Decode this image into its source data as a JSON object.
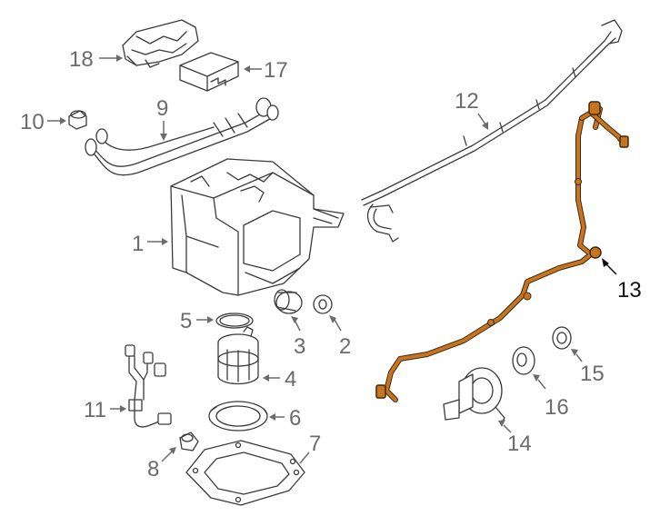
{
  "diagram": {
    "callouts": [
      {
        "id": "1",
        "label": "1"
      },
      {
        "id": "2",
        "label": "2"
      },
      {
        "id": "3",
        "label": "3"
      },
      {
        "id": "4",
        "label": "4"
      },
      {
        "id": "5",
        "label": "5"
      },
      {
        "id": "6",
        "label": "6"
      },
      {
        "id": "7",
        "label": "7"
      },
      {
        "id": "8",
        "label": "8"
      },
      {
        "id": "9",
        "label": "9"
      },
      {
        "id": "10",
        "label": "10"
      },
      {
        "id": "11",
        "label": "11"
      },
      {
        "id": "12",
        "label": "12"
      },
      {
        "id": "13",
        "label": "13",
        "highlighted": true
      },
      {
        "id": "14",
        "label": "14"
      },
      {
        "id": "15",
        "label": "15"
      },
      {
        "id": "16",
        "label": "16"
      },
      {
        "id": "17",
        "label": "17"
      },
      {
        "id": "18",
        "label": "18"
      }
    ],
    "colors": {
      "highlight": "#c8741f",
      "label": "#6b6b6b",
      "highlighted_label": "#111111",
      "line_art": "#3a3a3a"
    }
  }
}
